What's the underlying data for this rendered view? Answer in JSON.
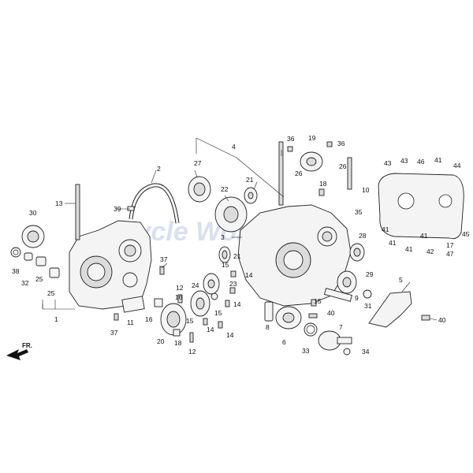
{
  "diagram": {
    "watermark_text": "Cycle World",
    "front_label": "FR.",
    "callouts": [
      "1",
      "2",
      "3",
      "4",
      "5",
      "6",
      "7",
      "8",
      "9",
      "10",
      "11",
      "12",
      "13",
      "14",
      "15",
      "16",
      "17",
      "18",
      "19",
      "20",
      "21",
      "22",
      "23",
      "24",
      "25",
      "26",
      "27",
      "28",
      "29",
      "30",
      "31",
      "32",
      "33",
      "34",
      "35",
      "36",
      "37",
      "38",
      "39",
      "40",
      "41",
      "42",
      "43",
      "44",
      "45",
      "46",
      "47"
    ]
  }
}
